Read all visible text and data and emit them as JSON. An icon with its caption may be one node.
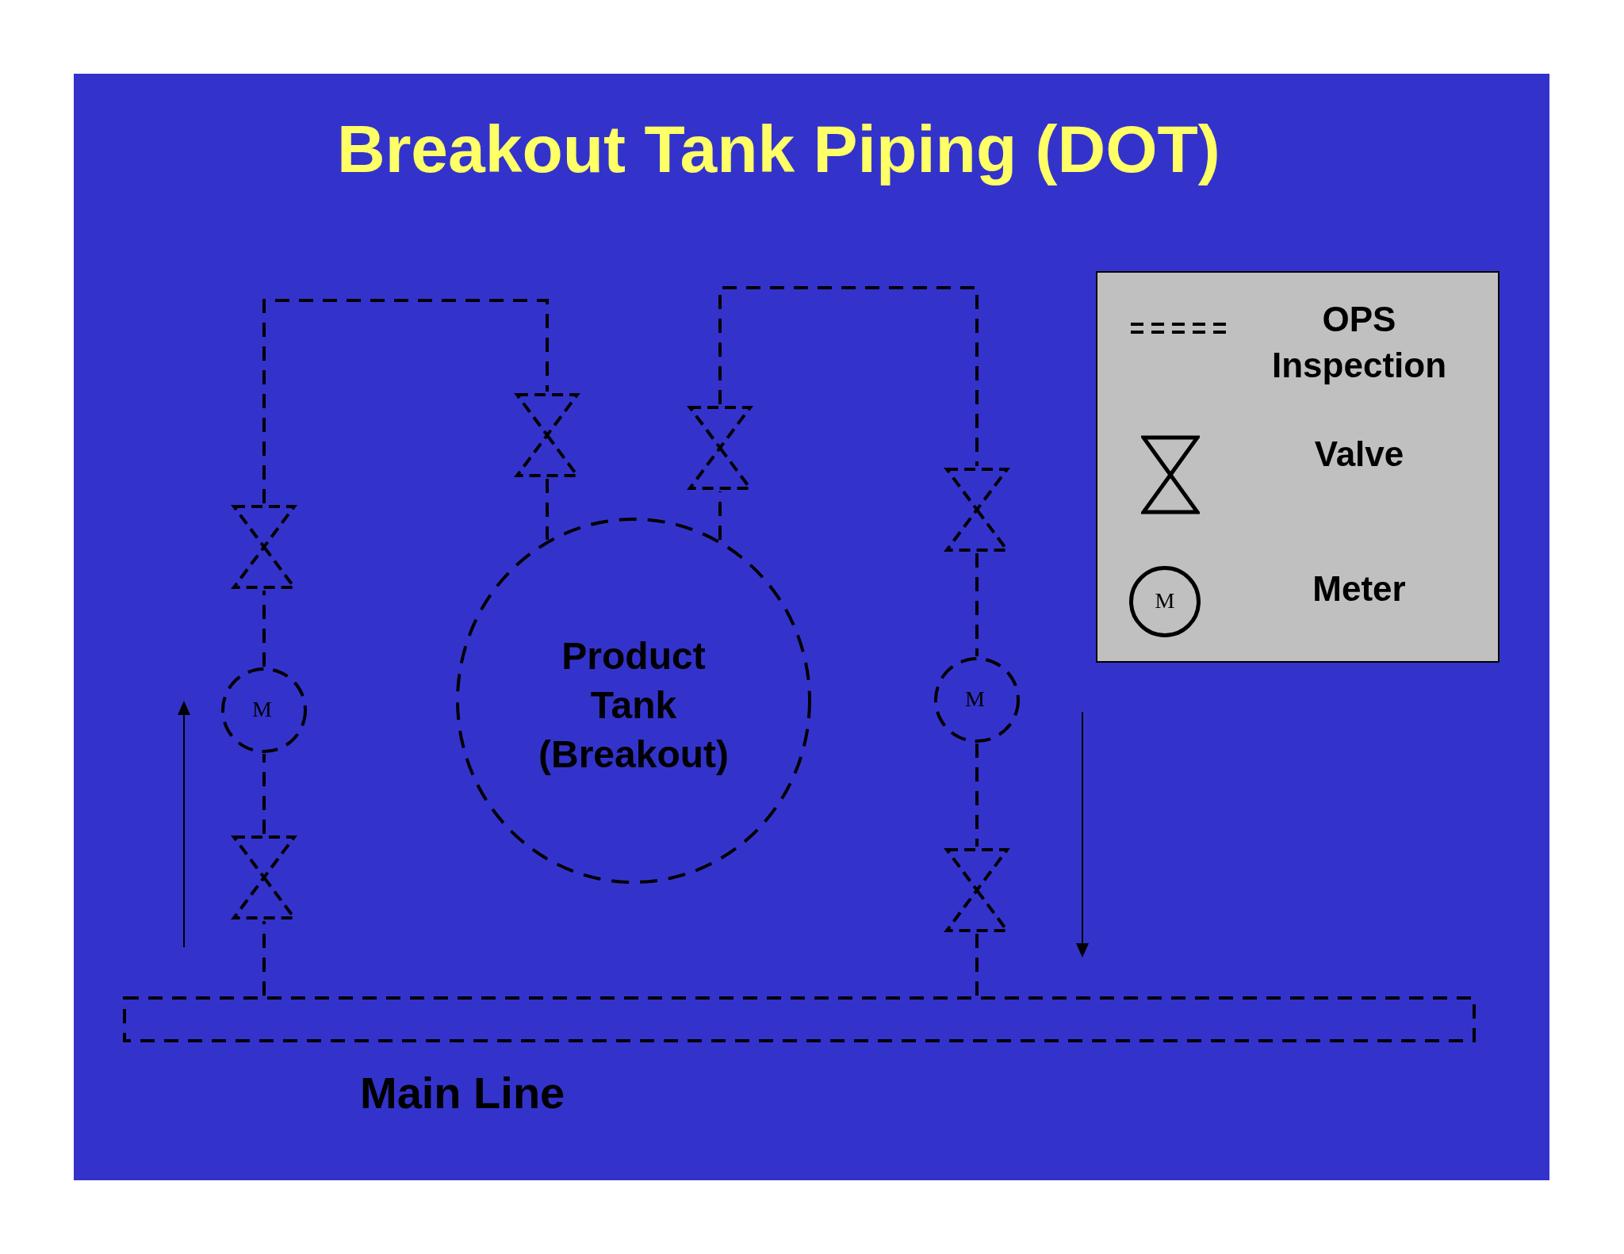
{
  "diagram": {
    "title": "Breakout Tank Piping (DOT)",
    "nodes": [
      {
        "text": [
          "Main Line"
        ]
      },
      {
        "text": [
          "Product Tank (Breakout)"
        ]
      },
      {
        "text": [],
        "shape": "valve"
      },
      {
        "text": [
          "M"
        ]
      },
      {
        "text": [],
        "shape": "valve"
      },
      {
        "text": [],
        "shape": "valve"
      },
      {
        "text": [],
        "shape": "valve"
      },
      {
        "text": [],
        "shape": "valve"
      },
      {
        "text": [
          "M"
        ]
      },
      {
        "text": [],
        "shape": "valve"
      }
    ],
    "edges": [
      {
        "from": 0,
        "to": 2,
        "arrow": "none",
        "style": "dashed"
      },
      {
        "from": 2,
        "to": 3,
        "arrow": "none",
        "style": "dashed"
      },
      {
        "from": 3,
        "to": 4,
        "arrow": "none",
        "style": "dashed"
      },
      {
        "from": 4,
        "to": 5,
        "arrow": "none",
        "style": "dashed"
      },
      {
        "from": 5,
        "to": 1,
        "arrow": "none",
        "style": "dashed"
      },
      {
        "from": 1,
        "to": 6,
        "arrow": "none",
        "style": "dashed"
      },
      {
        "from": 6,
        "to": 7,
        "arrow": "none",
        "style": "dashed"
      },
      {
        "from": 7,
        "to": 8,
        "arrow": "none",
        "style": "dashed"
      },
      {
        "from": 8,
        "to": 9,
        "arrow": "none",
        "style": "dashed"
      },
      {
        "from": 9,
        "to": 0,
        "arrow": "none",
        "style": "dashed"
      }
    ],
    "labels": [
      "M"
    ],
    "legend": [
      {
        "text": "OPS Inspection"
      },
      {
        "text": "Valve"
      },
      {
        "text": "Meter"
      }
    ]
  }
}
